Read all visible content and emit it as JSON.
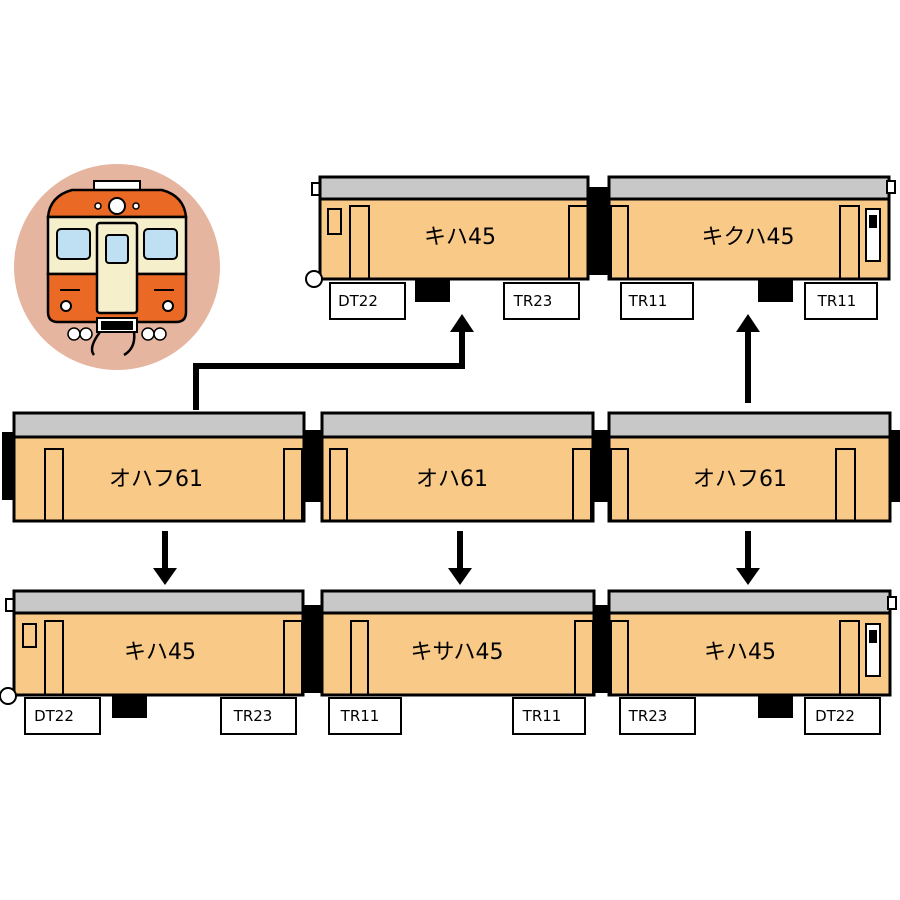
{
  "colors": {
    "body": "#f9c987",
    "roof": "#c8c8c8",
    "outline": "#000000",
    "icon_circle": "#e6b5a0",
    "front_orange": "#ea6a25",
    "front_cream": "#f6efcc",
    "front_window": "#bfe0f2"
  },
  "icon": {
    "name": "diesel-railcar-front-icon"
  },
  "cars": {
    "top_kiha45": {
      "label": "キハ45",
      "bogie_left": "DT22",
      "bogie_right": "TR23"
    },
    "top_kikuha45": {
      "label": "キクハ45",
      "bogie_left": "TR11",
      "bogie_right": "TR11"
    },
    "mid_ohafu61_left": {
      "label": "オハフ61"
    },
    "mid_oha61": {
      "label": "オハ61"
    },
    "mid_ohafu61_right": {
      "label": "オハフ61"
    },
    "bot_kiha45_left": {
      "label": "キハ45",
      "bogie_left": "DT22",
      "bogie_right": "TR23"
    },
    "bot_kisaha45": {
      "label": "キサハ45",
      "bogie_left": "TR11",
      "bogie_right": "TR11"
    },
    "bot_kiha45_right": {
      "label": "キハ45",
      "bogie_left": "TR23",
      "bogie_right": "DT22"
    }
  }
}
